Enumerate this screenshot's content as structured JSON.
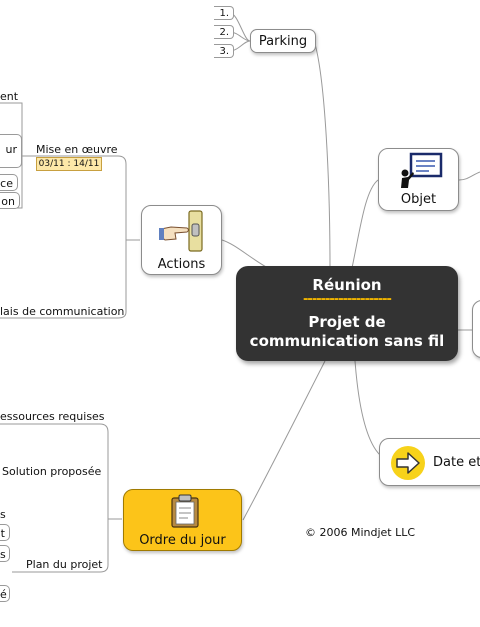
{
  "central": {
    "title": "Réunion",
    "separator": "--------------------",
    "subtitle_line1": "Projet de",
    "subtitle_line2": "communication sans fil"
  },
  "branches": {
    "parking": {
      "label": "Parking",
      "items": [
        "1.",
        "2.",
        "3."
      ]
    },
    "objet": {
      "label": "Objet"
    },
    "actions": {
      "label": "Actions",
      "mise_en_oeuvre": "Mise en œuvre",
      "date_range": "03/11 : 14/11",
      "cut_items": [
        "ent",
        "ur",
        "ce",
        "on"
      ],
      "delais": "lais de communication"
    },
    "date": {
      "label": "Date et"
    },
    "ordre": {
      "label": "Ordre du jour",
      "items": [
        "essources requises",
        "Solution proposée",
        "Plan du projet"
      ],
      "cut_items": [
        "s",
        "t",
        "s",
        "é"
      ]
    }
  },
  "copyright": "© 2006 Mindjet LLC",
  "colors": {
    "central_bg": "#333333",
    "separator": "#f0b400",
    "ordre_bg": "#fcc419",
    "arrow_icon": "#f7d21a",
    "badge_bg": "#fde8a8"
  }
}
